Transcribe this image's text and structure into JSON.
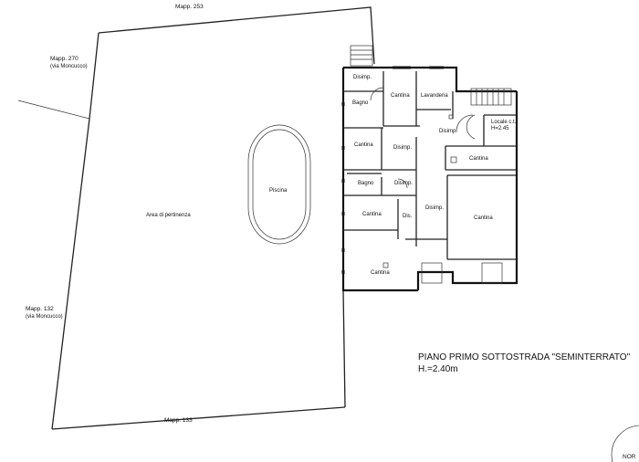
{
  "parcels": {
    "north": "Mapp. 253",
    "west_top": "Mapp. 270",
    "west_top_sub": "(via Moncucco)",
    "west_bottom": "Mapp. 132",
    "west_bottom_sub": "(via Moncucco)",
    "south": "Mapp. 133"
  },
  "site": {
    "garden": "Area di pertinenza",
    "pool": "Piscina"
  },
  "rooms": {
    "disimp_top": "Disimp.",
    "cantina_top": "Cantina",
    "lavanderia": "Lavanderia",
    "bagno_1": "Bagno",
    "locale_ct": "Locale c.t.",
    "locale_ct_h": "H=2.45",
    "disimp_right": "Disimp.",
    "cantina_left": "Cantina",
    "disimp_mid": "Disimp.",
    "cantina_small": "Cantina",
    "bagno_2": "Bagno",
    "disimp_lower": "Disimp.",
    "disimp_long": "Disimp.",
    "cantina_big": "Cantina",
    "cantina_mid": "Cantina",
    "dis": "Dis.",
    "cantina_bottom": "Cantina"
  },
  "title": {
    "line1": "PIANO PRIMO SOTTOSTRADA \"SEMINTERRATO\"",
    "line2": "H.=2.40m"
  },
  "north_arrow": "NOR"
}
